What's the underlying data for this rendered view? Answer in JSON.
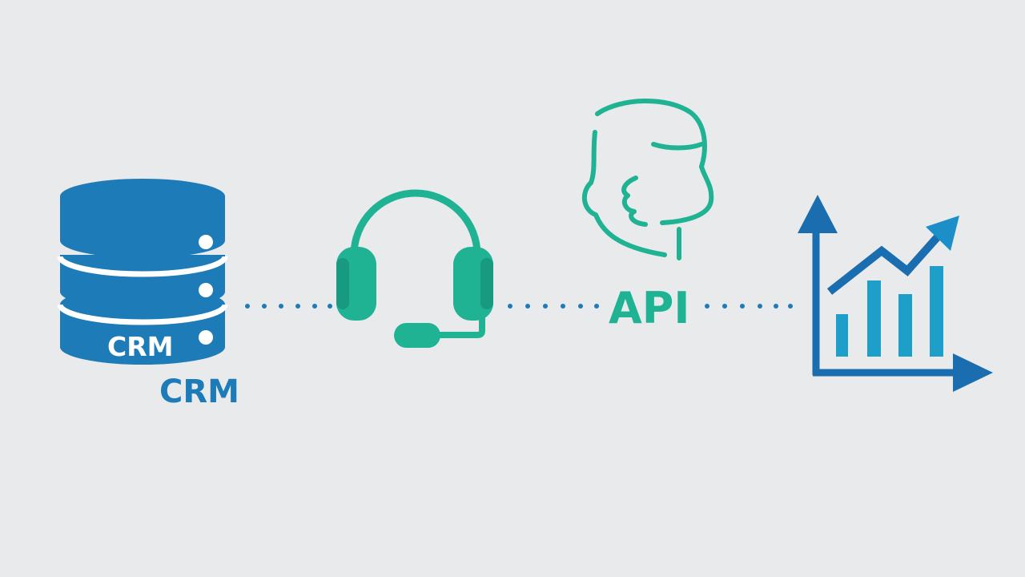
{
  "diagram": {
    "nodes": [
      {
        "id": "crm",
        "icon": "database-icon",
        "inner_label": "CRM",
        "label": "CRM"
      },
      {
        "id": "agent",
        "icon": "headset-icon"
      },
      {
        "id": "api",
        "icon": "head-profile-icon",
        "label": "API"
      },
      {
        "id": "analytics",
        "icon": "growth-chart-icon"
      }
    ],
    "connections": [
      {
        "from": "crm",
        "to": "agent",
        "style": "dotted"
      },
      {
        "from": "agent",
        "to": "api",
        "style": "dotted"
      },
      {
        "from": "api",
        "to": "analytics",
        "style": "dotted"
      }
    ],
    "colors": {
      "background": "#e9eaec",
      "blue": "#1d7bb8",
      "teal": "#1fb394",
      "chart_blue": "#1a6eaf",
      "chart_bars": "#1d9fc9"
    }
  }
}
